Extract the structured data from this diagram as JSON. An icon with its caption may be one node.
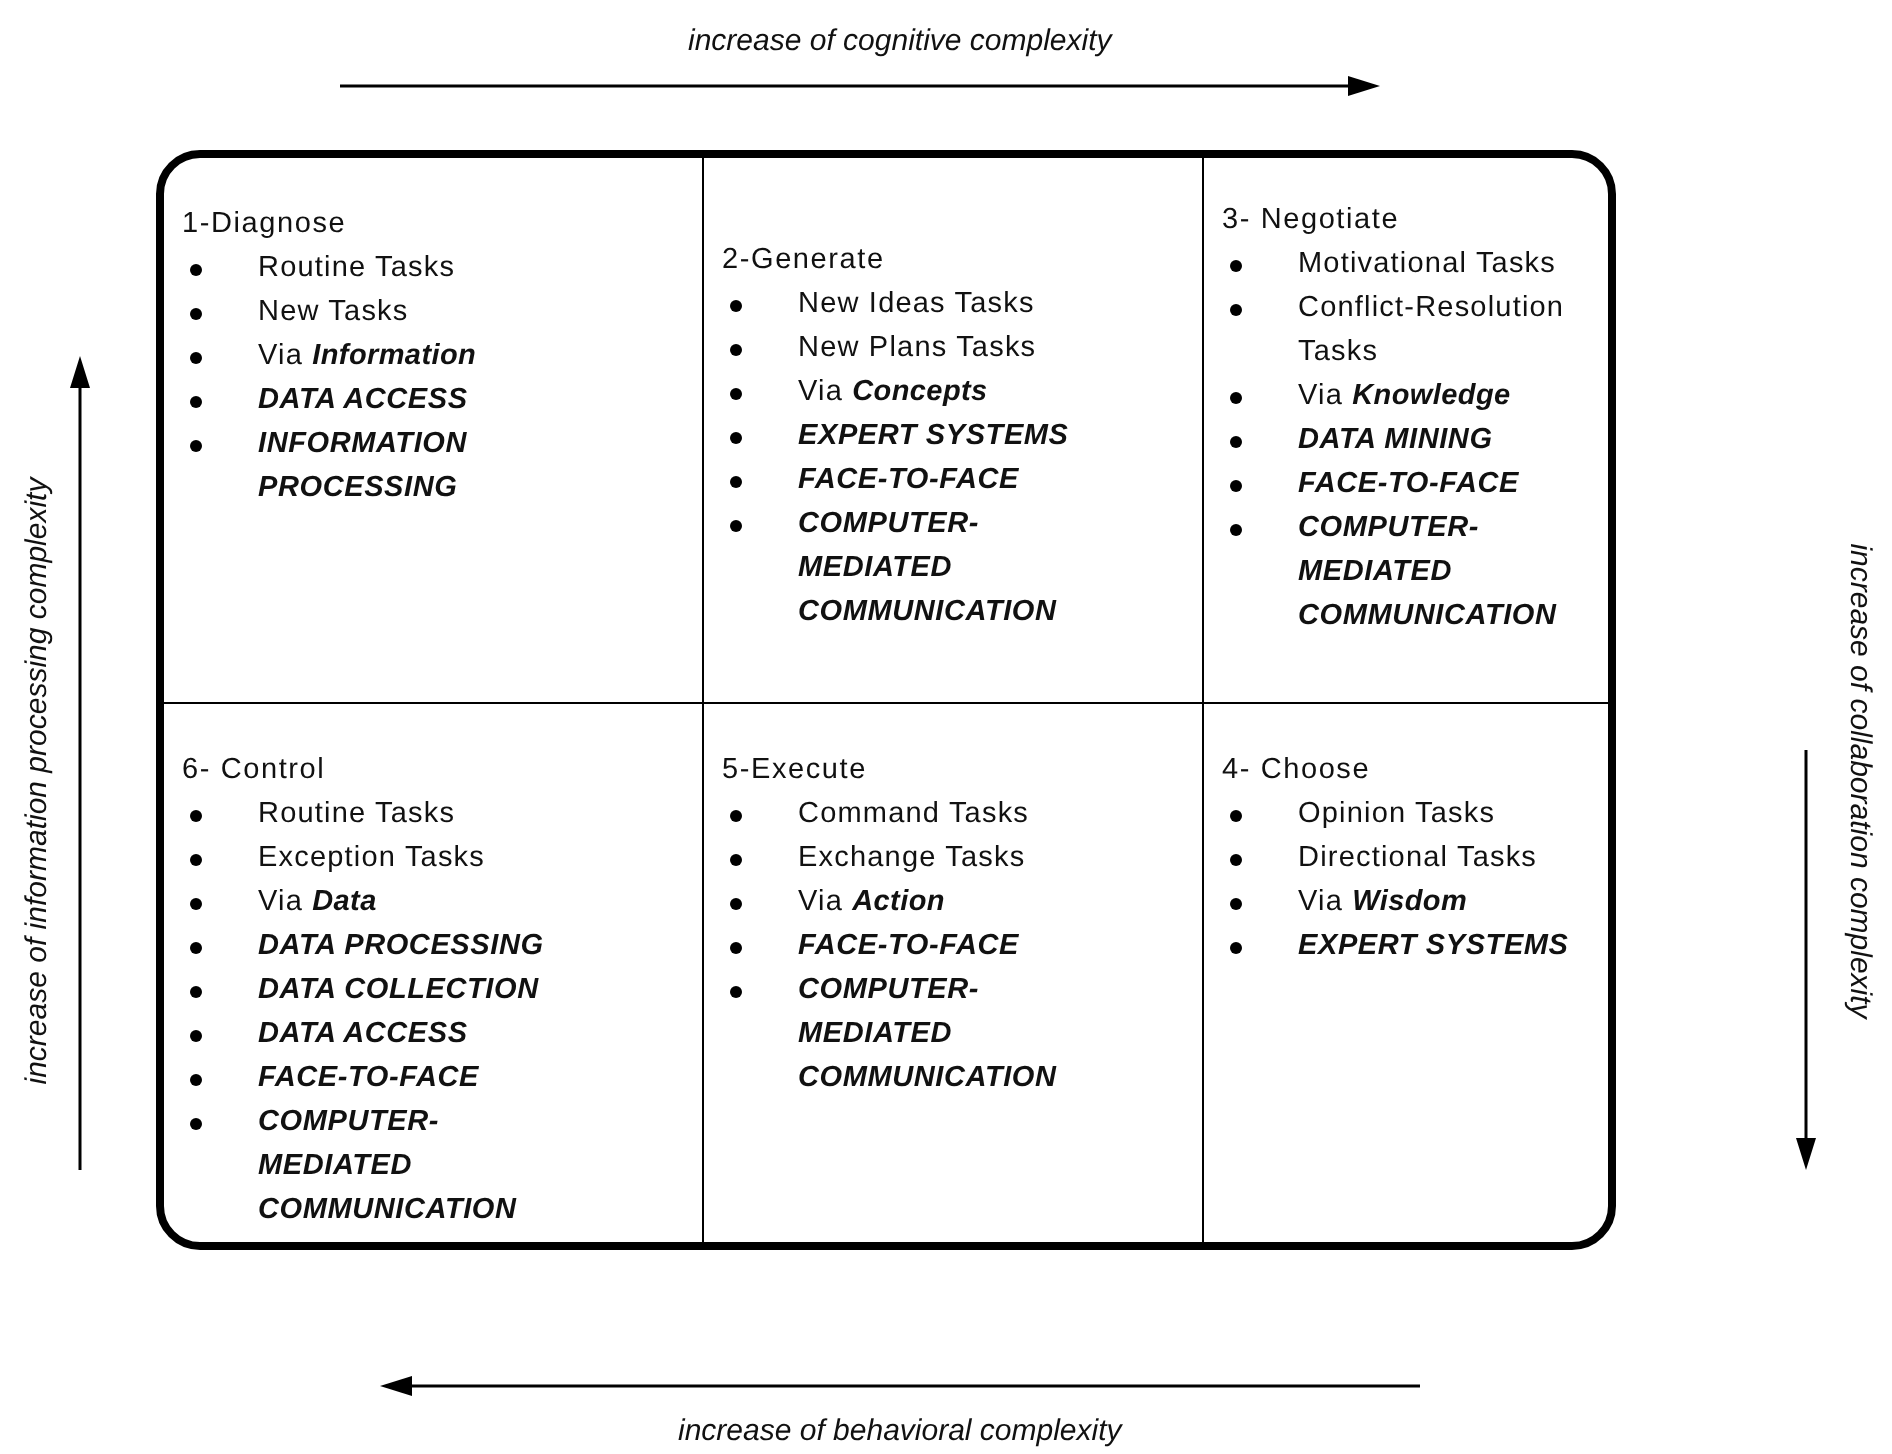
{
  "diagram": {
    "nodes": [
      {
        "text": [],
        "shape": "box"
      },
      {
        "text": [
          "1-Diagnose",
          "Routine Tasks",
          "New Tasks",
          "Via **Information**",
          "DATA ACCESS",
          "INFORMATION PROCESSING"
        ],
        "in": 0
      },
      {
        "text": [
          "2-Generate",
          "New Ideas Tasks",
          "New Plans Tasks",
          "Via **Concepts**",
          "EXPERT SYSTEMS",
          "FACE-TO-FACE",
          "COMPUTER-MEDIATED COMMUNICATION"
        ],
        "in": 0
      },
      {
        "text": [
          "3- Negotiate",
          "Motivational Tasks",
          "Conflict-Resolution Tasks",
          "Via **Knowledge**",
          "DATA MINING",
          "FACE-TO-FACE",
          "COMPUTER-MEDIATED COMMUNICATION"
        ],
        "in": 0
      },
      {
        "text": [
          "6- Control",
          "Routine Tasks",
          "Exception Tasks",
          "Via **Data**",
          "DATA PROCESSING",
          "DATA COLLECTION",
          "DATA ACCESS",
          "FACE-TO-FACE",
          "COMPUTER-MEDIATED COMMUNICATION"
        ],
        "in": 0
      },
      {
        "text": [
          "5-Execute",
          "Command Tasks",
          "Exchange Tasks",
          "Via **Action**",
          "FACE-TO-FACE",
          "COMPUTER-MEDIATED COMMUNICATION"
        ],
        "in": 0
      },
      {
        "text": [
          "4- Choose",
          "Opinion Tasks",
          "Directional Tasks",
          "Via **Wisdom**",
          "EXPERT SYSTEMS"
        ],
        "in": 0
      }
    ],
    "edges": [],
    "labels": [
      "increase of cognitive complexity",
      "increase of information processing complexity",
      "increase of collaboration complexity",
      "increase of behavioral complexity"
    ]
  }
}
